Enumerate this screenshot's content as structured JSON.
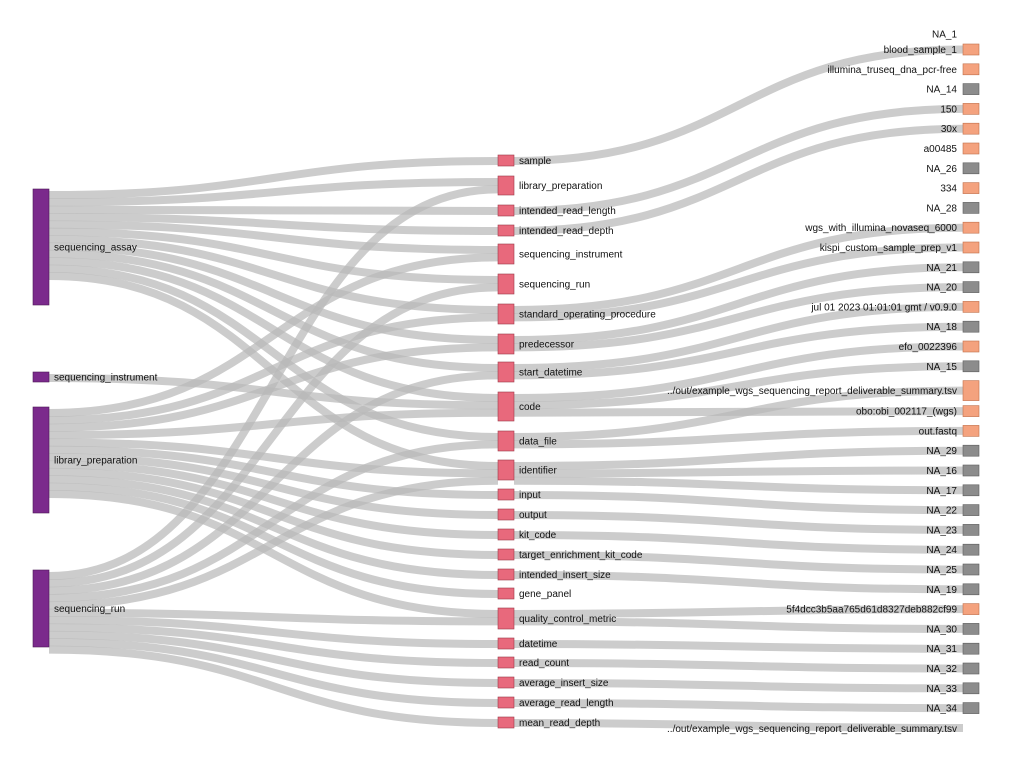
{
  "sources": [
    "sequencing_assay",
    "sequencing_instrument",
    "library_preparation",
    "sequencing_run"
  ],
  "properties": [
    "sample",
    "library_preparation",
    "intended_read_length",
    "intended_read_depth",
    "sequencing_instrument",
    "sequencing_run",
    "standard_operating_procedure",
    "predecessor",
    "start_datetime",
    "code",
    "data_file",
    "identifier",
    "input",
    "output",
    "kit_code",
    "target_enrichment_kit_code",
    "intended_insert_size",
    "gene_panel",
    "quality_control_metric",
    "datetime",
    "read_count",
    "average_insert_size",
    "average_read_length",
    "mean_read_depth"
  ],
  "values": [
    {
      "label": "NA_1",
      "kind": "na"
    },
    {
      "label": "blood_sample_1",
      "kind": "value"
    },
    {
      "label": "illumina_truseq_dna_pcr-free",
      "kind": "value"
    },
    {
      "label": "NA_14",
      "kind": "na"
    },
    {
      "label": "150",
      "kind": "value"
    },
    {
      "label": "30x",
      "kind": "value"
    },
    {
      "label": "a00485",
      "kind": "value"
    },
    {
      "label": "NA_26",
      "kind": "na"
    },
    {
      "label": "334",
      "kind": "value"
    },
    {
      "label": "NA_28",
      "kind": "na"
    },
    {
      "label": "wgs_with_illumina_novaseq_6000",
      "kind": "value"
    },
    {
      "label": "kispi_custom_sample_prep_v1",
      "kind": "value"
    },
    {
      "label": "NA_21",
      "kind": "na"
    },
    {
      "label": "NA_20",
      "kind": "na"
    },
    {
      "label": "jul 01 2023 01:01:01 gmt / v0.9.0",
      "kind": "value"
    },
    {
      "label": "NA_18",
      "kind": "na"
    },
    {
      "label": "efo_0022396",
      "kind": "value"
    },
    {
      "label": "NA_15",
      "kind": "na"
    },
    {
      "label": "../out/example_wgs_sequencing_report_deliverable_summary.tsv",
      "kind": "value"
    },
    {
      "label": "obo:obi_002117_(wgs)",
      "kind": "value"
    },
    {
      "label": "out.fastq",
      "kind": "value"
    },
    {
      "label": "NA_29",
      "kind": "na"
    },
    {
      "label": "NA_16",
      "kind": "na"
    },
    {
      "label": "NA_17",
      "kind": "na"
    },
    {
      "label": "NA_22",
      "kind": "na"
    },
    {
      "label": "NA_23",
      "kind": "na"
    },
    {
      "label": "NA_24",
      "kind": "na"
    },
    {
      "label": "NA_25",
      "kind": "na"
    },
    {
      "label": "NA_19",
      "kind": "na"
    },
    {
      "label": "5f4dcc3b5aa765d61d8327deb882cf99",
      "kind": "value"
    },
    {
      "label": "NA_30",
      "kind": "na"
    },
    {
      "label": "NA_31",
      "kind": "na"
    },
    {
      "label": "NA_32",
      "kind": "na"
    },
    {
      "label": "NA_33",
      "kind": "na"
    },
    {
      "label": "NA_34",
      "kind": "na"
    },
    {
      "label": "../out/example_wgs_sequencing_report_deliverable_summary.tsv",
      "kind": "value"
    }
  ],
  "links": [
    {
      "source": "sequencing_assay",
      "target": "sample",
      "value": 1
    },
    {
      "source": "sequencing_assay",
      "target": "library_preparation",
      "value": 1
    },
    {
      "source": "sequencing_assay",
      "target": "intended_read_length",
      "value": 1
    },
    {
      "source": "sequencing_assay",
      "target": "intended_read_depth",
      "value": 1
    },
    {
      "source": "sequencing_assay",
      "target": "sequencing_instrument",
      "value": 1
    },
    {
      "source": "sequencing_assay",
      "target": "sequencing_run",
      "value": 1
    },
    {
      "source": "sequencing_assay",
      "target": "standard_operating_procedure",
      "value": 1
    },
    {
      "source": "sequencing_assay",
      "target": "predecessor",
      "value": 1
    },
    {
      "source": "sequencing_assay",
      "target": "start_datetime",
      "value": 1
    },
    {
      "source": "sequencing_assay",
      "target": "code",
      "value": 1
    },
    {
      "source": "sequencing_assay",
      "target": "data_file",
      "value": 1
    },
    {
      "source": "sequencing_assay",
      "target": "identifier",
      "value": 1
    },
    {
      "source": "sequencing_instrument",
      "target": "code",
      "value": 1
    },
    {
      "source": "library_preparation",
      "target": "sequencing_instrument",
      "value": 1
    },
    {
      "source": "library_preparation",
      "target": "standard_operating_procedure",
      "value": 1
    },
    {
      "source": "library_preparation",
      "target": "predecessor",
      "value": 1
    },
    {
      "source": "library_preparation",
      "target": "code",
      "value": 1
    },
    {
      "source": "library_preparation",
      "target": "identifier",
      "value": 1
    },
    {
      "source": "library_preparation",
      "target": "input",
      "value": 1
    },
    {
      "source": "library_preparation",
      "target": "output",
      "value": 1
    },
    {
      "source": "library_preparation",
      "target": "kit_code",
      "value": 1
    },
    {
      "source": "library_preparation",
      "target": "target_enrichment_kit_code",
      "value": 1
    },
    {
      "source": "library_preparation",
      "target": "intended_insert_size",
      "value": 1
    },
    {
      "source": "library_preparation",
      "target": "gene_panel",
      "value": 1
    },
    {
      "source": "library_preparation",
      "target": "quality_control_metric",
      "value": 1
    },
    {
      "source": "sequencing_run",
      "target": "library_preparation",
      "value": 1
    },
    {
      "source": "sequencing_run",
      "target": "sequencing_run",
      "value": 1
    },
    {
      "source": "sequencing_run",
      "target": "start_datetime",
      "value": 1
    },
    {
      "source": "sequencing_run",
      "target": "data_file",
      "value": 1
    },
    {
      "source": "sequencing_run",
      "target": "identifier",
      "value": 1
    },
    {
      "source": "sequencing_run",
      "target": "quality_control_metric",
      "value": 1
    },
    {
      "source": "sequencing_run",
      "target": "datetime",
      "value": 1
    },
    {
      "source": "sequencing_run",
      "target": "read_count",
      "value": 1
    },
    {
      "source": "sequencing_run",
      "target": "average_insert_size",
      "value": 1
    },
    {
      "source": "sequencing_run",
      "target": "average_read_length",
      "value": 1
    },
    {
      "source": "sequencing_run",
      "target": "mean_read_depth",
      "value": 1
    },
    {
      "source": "sample",
      "target": "blood_sample_1",
      "value": 1
    },
    {
      "source": "library_preparation",
      "target": "NA_14",
      "value": 1
    },
    {
      "source": "library_preparation",
      "target": "illumina_truseq_dna_pcr-free",
      "value": 1
    },
    {
      "source": "intended_read_length",
      "target": "150",
      "value": 1
    },
    {
      "source": "intended_read_depth",
      "target": "30x",
      "value": 1
    },
    {
      "source": "sequencing_instrument",
      "target": "a00485",
      "value": 1
    },
    {
      "source": "sequencing_instrument",
      "target": "NA_26",
      "value": 1
    },
    {
      "source": "sequencing_run",
      "target": "334",
      "value": 1
    },
    {
      "source": "sequencing_run",
      "target": "NA_28",
      "value": 1
    },
    {
      "source": "standard_operating_procedure",
      "target": "wgs_with_illumina_novaseq_6000",
      "value": 1
    },
    {
      "source": "standard_operating_procedure",
      "target": "kispi_custom_sample_prep_v1",
      "value": 1
    },
    {
      "source": "predecessor",
      "target": "NA_21",
      "value": 1
    },
    {
      "source": "predecessor",
      "target": "NA_20",
      "value": 1
    },
    {
      "source": "start_datetime",
      "target": "jul 01 2023 01:01:01 gmt / v0.9.0",
      "value": 1
    },
    {
      "source": "start_datetime",
      "target": "NA_18",
      "value": 1
    },
    {
      "source": "code",
      "target": "efo_0022396",
      "value": 1
    },
    {
      "source": "code",
      "target": "NA_15",
      "value": 1
    },
    {
      "source": "code",
      "target": "obo:obi_002117_(wgs)",
      "value": 1
    },
    {
      "source": "data_file",
      "target": "../out/example_wgs_sequencing_report_deliverable_summary.tsv",
      "value": 1
    },
    {
      "source": "data_file",
      "target": "out.fastq",
      "value": 1
    },
    {
      "source": "identifier",
      "target": "NA_29",
      "value": 1
    },
    {
      "source": "identifier",
      "target": "NA_16",
      "value": 1
    },
    {
      "source": "identifier",
      "target": "NA_17",
      "value": 1
    },
    {
      "source": "input",
      "target": "NA_22",
      "value": 1
    },
    {
      "source": "output",
      "target": "NA_23",
      "value": 1
    },
    {
      "source": "kit_code",
      "target": "NA_24",
      "value": 1
    },
    {
      "source": "target_enrichment_kit_code",
      "target": "NA_25",
      "value": 1
    },
    {
      "source": "intended_insert_size",
      "target": "NA_19",
      "value": 1
    },
    {
      "source": "quality_control_metric",
      "target": "5f4dcc3b5aa765d61d8327deb882cf99",
      "value": 1
    },
    {
      "source": "quality_control_metric",
      "target": "NA_30",
      "value": 1
    },
    {
      "source": "datetime",
      "target": "NA_31",
      "value": 1
    },
    {
      "source": "read_count",
      "target": "NA_32",
      "value": 1
    },
    {
      "source": "average_insert_size",
      "target": "NA_33",
      "value": 1
    },
    {
      "source": "average_read_length",
      "target": "NA_34",
      "value": 1
    },
    {
      "source": "mean_read_depth",
      "target": "../out/example_wgs_sequencing_report_deliverable_summary.tsv",
      "value": 1
    }
  ],
  "colors": {
    "source": "#7b2a8c",
    "property": "#e8697c",
    "value": "#f4a27e",
    "na": "#8c8c8c",
    "link": "#bcbcbc"
  }
}
